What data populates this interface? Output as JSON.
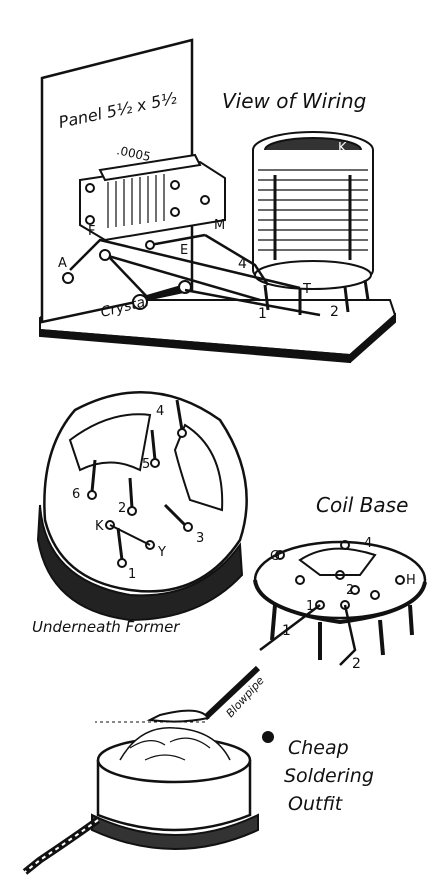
{
  "wiring": {
    "title": "View of Wiring",
    "panel_label": "Panel 5½ x 5½",
    "condenser_value": ".0005",
    "crystal_label": "Crystal",
    "terminal_letters": [
      "A",
      "F",
      "E",
      "M",
      "K",
      "T"
    ],
    "wire_numbers": [
      "1",
      "2",
      "4"
    ]
  },
  "former": {
    "caption": "Underneath Former",
    "pin_labels": [
      "4",
      "5",
      "6",
      "2",
      "K",
      "Y",
      "3",
      "1"
    ]
  },
  "coil_base": {
    "title": "Coil Base",
    "pin_labels": [
      "G",
      "4",
      "2",
      "1",
      "H"
    ],
    "lead_numbers": [
      "1",
      "2"
    ]
  },
  "soldering": {
    "caption_lines": [
      "Cheap",
      "Soldering",
      "Outfit"
    ],
    "blowpipe_label": "Blowpipe"
  }
}
